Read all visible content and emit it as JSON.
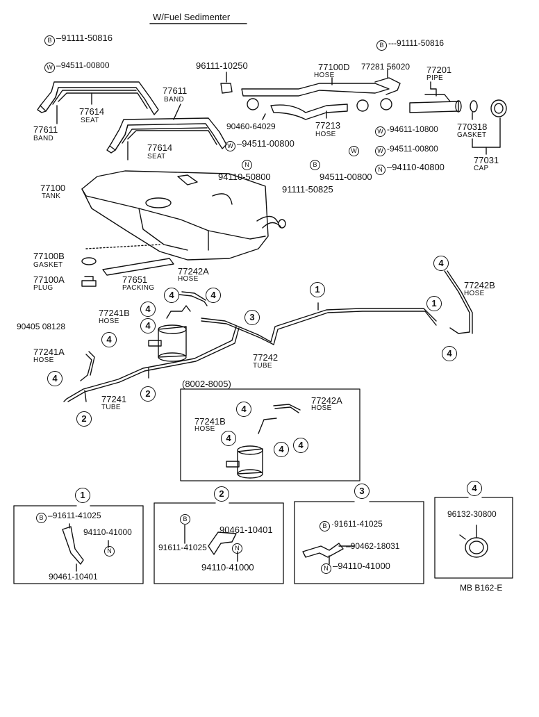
{
  "title": "W/Fuel Sedimenter",
  "catalog_ref": "MB B162-E",
  "prefix_letters": {
    "B": "B",
    "W": "W",
    "N": "N"
  },
  "callout_numbers": {
    "one": "1",
    "two": "2",
    "three": "3",
    "four": "4"
  },
  "subtitles": {
    "hose": "HOSE",
    "band": "BAND",
    "seat": "SEAT",
    "tank": "TANK",
    "gasket": "GASKET",
    "plug": "PLUG",
    "packing": "PACKING",
    "pipe": "PIPE",
    "cap": "CAP",
    "tube": "TUBE"
  },
  "parts": {
    "p91111_50816_a": "91111-50816",
    "p94511_00800_a": "94511-00800",
    "p96111_10250": "96111-10250",
    "p77100D": "77100D",
    "p77281_56020": "77281 56020",
    "p91111_50816_b": "91111-50816",
    "p77201": "77201",
    "p77611_a": "77611",
    "p77614_a": "77614",
    "p77611_b": "77611",
    "p77614_b": "77614",
    "p90460_64029": "90460-64029",
    "p77213": "77213",
    "p94611_10800": "94611-10800",
    "p94511_00800_b": "94511-00800",
    "p94511_00800_c": "94511-00800",
    "p770318": "770318",
    "p77031": "77031",
    "p94110_50800": "94110-50800",
    "p94511_00800_d": "94511-00800",
    "p91111_50825": "91111-50825",
    "p94110_40800": "94110-40800",
    "p77100": "77100",
    "p77100B": "77100B",
    "p77100A": "77100A",
    "p77651": "77651",
    "p77242A_a": "77242A",
    "p77242B": "77242B",
    "p90405_08128": "90405 08128",
    "p77241B_a": "77241B",
    "p77241A": "77241A",
    "p77242": "77242",
    "p77241": "77241",
    "range": "(8002-8005)",
    "p77242A_b": "77242A",
    "p77241B_b": "77241B",
    "p91611_41025_a": "91611-41025",
    "p94110_41000_a": "94110-41000",
    "p90461_10401_a": "90461-10401",
    "p90461_10401_b": "90461-10401",
    "p91611_41025_b": "91611-41025",
    "p94110_41000_b": "94110-41000",
    "p91611_41025_c": "91611-41025",
    "p90462_18031": "90462-18031",
    "p94110_41000_c": "94110-41000",
    "p96132_30800": "96132-30800"
  }
}
